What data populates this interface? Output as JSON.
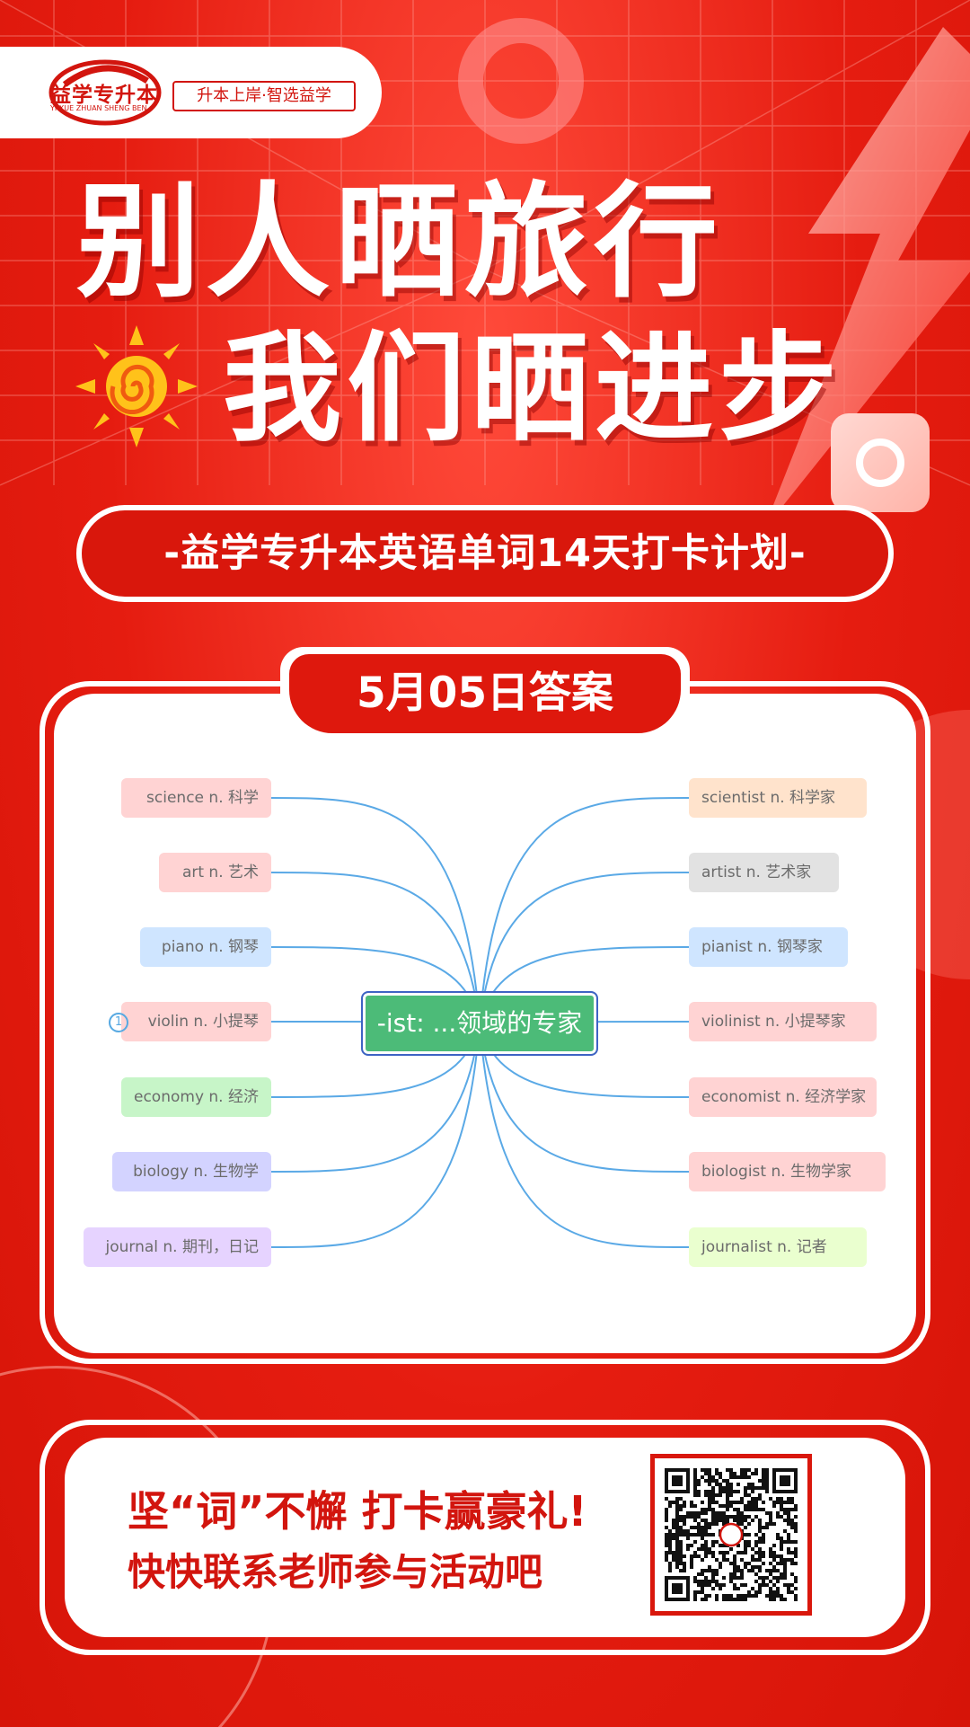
{
  "brand": {
    "name": "益学专升本",
    "pinyin": "YI XUE ZHUAN SHENG BEN",
    "slogan": "升本上岸·智选益学"
  },
  "headline": {
    "line1": "别人晒旅行",
    "line2": "我们晒进步"
  },
  "plan_title": "-益学专升本英语单词14天打卡计划-",
  "answer_tab": "5月05日答案",
  "mindmap": {
    "center": "-ist: ...领域的专家",
    "marker": "1",
    "left": [
      {
        "text": "science n. 科学",
        "color": "#ffd3d3"
      },
      {
        "text": "art n. 艺术",
        "color": "#ffd3d3"
      },
      {
        "text": "piano n. 钢琴",
        "color": "#cfe5ff"
      },
      {
        "text": "violin n. 小提琴",
        "color": "#ffd3d3"
      },
      {
        "text": "economy n. 经济",
        "color": "#c7f5c8"
      },
      {
        "text": "biology n. 生物学",
        "color": "#d3d3ff"
      },
      {
        "text": "journal  n. 期刊，日记",
        "color": "#e6d3ff"
      }
    ],
    "right": [
      {
        "text": "scientist n. 科学家",
        "color": "#ffe3cc"
      },
      {
        "text": "artist n. 艺术家",
        "color": "#e2e2e2"
      },
      {
        "text": "pianist n. 钢琴家",
        "color": "#cfe5ff"
      },
      {
        "text": "violinist n. 小提琴家",
        "color": "#ffd3d3"
      },
      {
        "text": "economist n. 经济学家",
        "color": "#ffd3d3"
      },
      {
        "text": "biologist  n. 生物学家",
        "color": "#ffd3d3"
      },
      {
        "text": "journalist n. 记者",
        "color": "#eaffcf"
      }
    ]
  },
  "cta": {
    "line1": "坚“词”不懈 打卡赢豪礼!",
    "line2": "快快联系老师参与活动吧"
  },
  "colors": {
    "brand_red": "#d2150e",
    "center_node": "#4cbb78",
    "connector": "#5aa9e6"
  }
}
